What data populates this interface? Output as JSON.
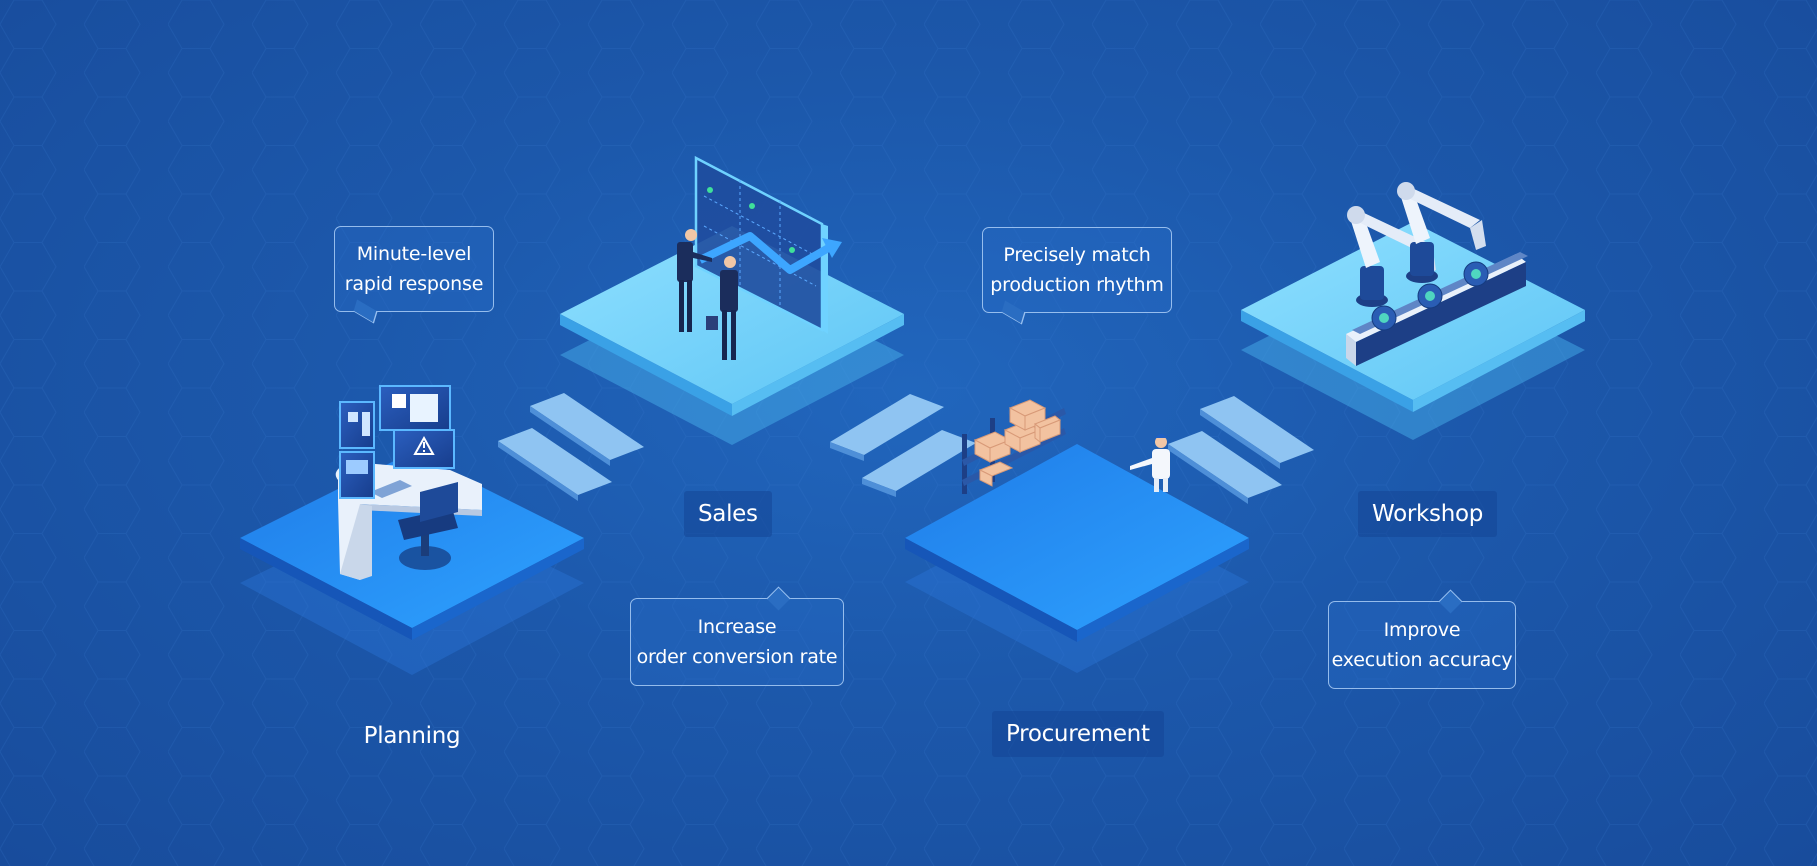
{
  "stages": [
    {
      "id": "planning",
      "label": "Planning"
    },
    {
      "id": "sales",
      "label": "Sales"
    },
    {
      "id": "procurement",
      "label": "Procurement"
    },
    {
      "id": "workshop",
      "label": "Workshop"
    }
  ],
  "callouts": {
    "planning": {
      "line1": "Minute-level",
      "line2": "rapid response"
    },
    "sales": {
      "line1": "Increase",
      "line2": "order conversion rate"
    },
    "procurement": {
      "line1": "Precisely match",
      "line2": "production rhythm"
    },
    "workshop": {
      "line1": "Improve",
      "line2": "execution accuracy"
    }
  },
  "icons": {
    "alert": "warning-triangle-icon"
  },
  "colors": {
    "background": "#1c58ab",
    "platform_light": "#6fd0f8",
    "platform_deep": "#1f86f0",
    "connector": "#8fc4f2",
    "label_box": "#14469a"
  }
}
